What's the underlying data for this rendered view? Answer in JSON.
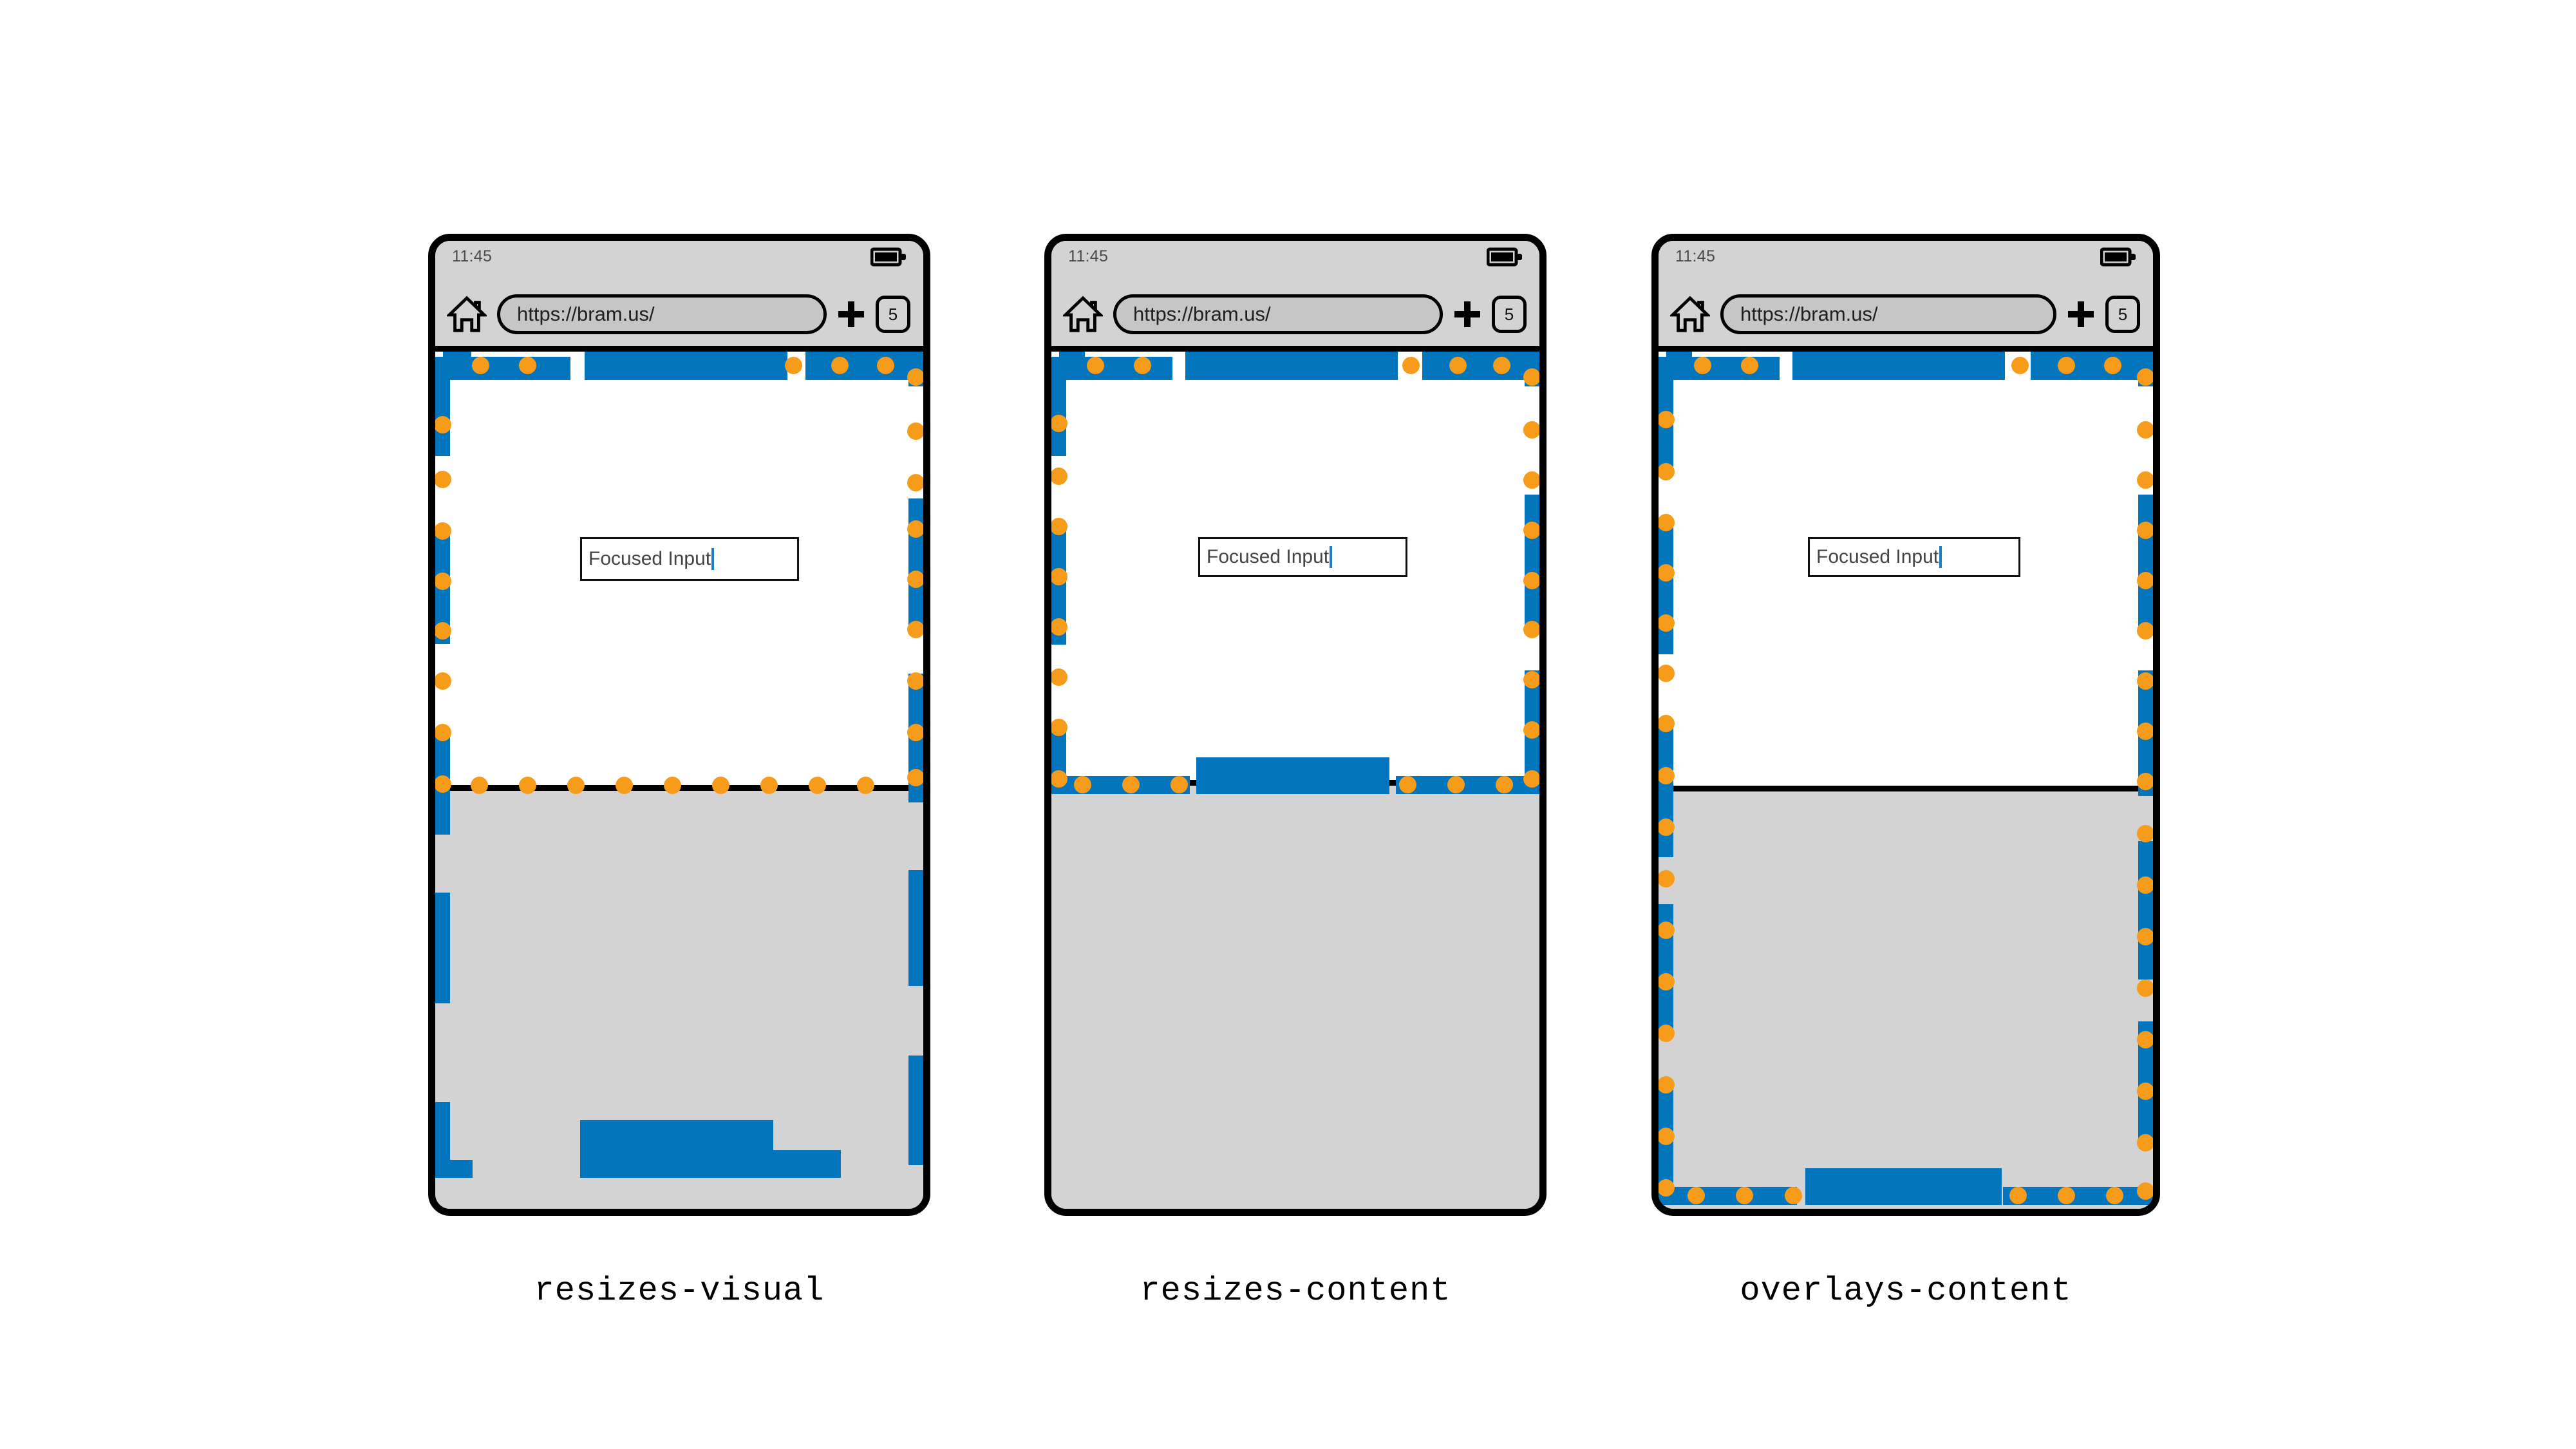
{
  "page": {
    "background": "#ffffff",
    "accent_blue": "#0375bc",
    "accent_orange": "#f79b1b",
    "chrome_gray": "#d3d3d3"
  },
  "phones": [
    {
      "id": "resizes-visual",
      "caption": "resizes-visual",
      "status": {
        "time": "11:45",
        "battery_icon": "battery-full-icon"
      },
      "toolbar": {
        "home_icon": "home-icon",
        "url": "https://bram.us/",
        "new_tab_icon": "plus-icon",
        "tab_count": "5"
      },
      "content": {
        "input_value": "Focused Input"
      }
    },
    {
      "id": "resizes-content",
      "caption": "resizes-content",
      "status": {
        "time": "11:45",
        "battery_icon": "battery-full-icon"
      },
      "toolbar": {
        "home_icon": "home-icon",
        "url": "https://bram.us/",
        "new_tab_icon": "plus-icon",
        "tab_count": "5"
      },
      "content": {
        "input_value": "Focused Input"
      }
    },
    {
      "id": "overlays-content",
      "caption": "overlays-content",
      "status": {
        "time": "11:45",
        "battery_icon": "battery-full-icon"
      },
      "toolbar": {
        "home_icon": "home-icon",
        "url": "https://bram.us/",
        "new_tab_icon": "plus-icon",
        "tab_count": "5"
      },
      "content": {
        "input_value": "Focused Input"
      }
    }
  ]
}
